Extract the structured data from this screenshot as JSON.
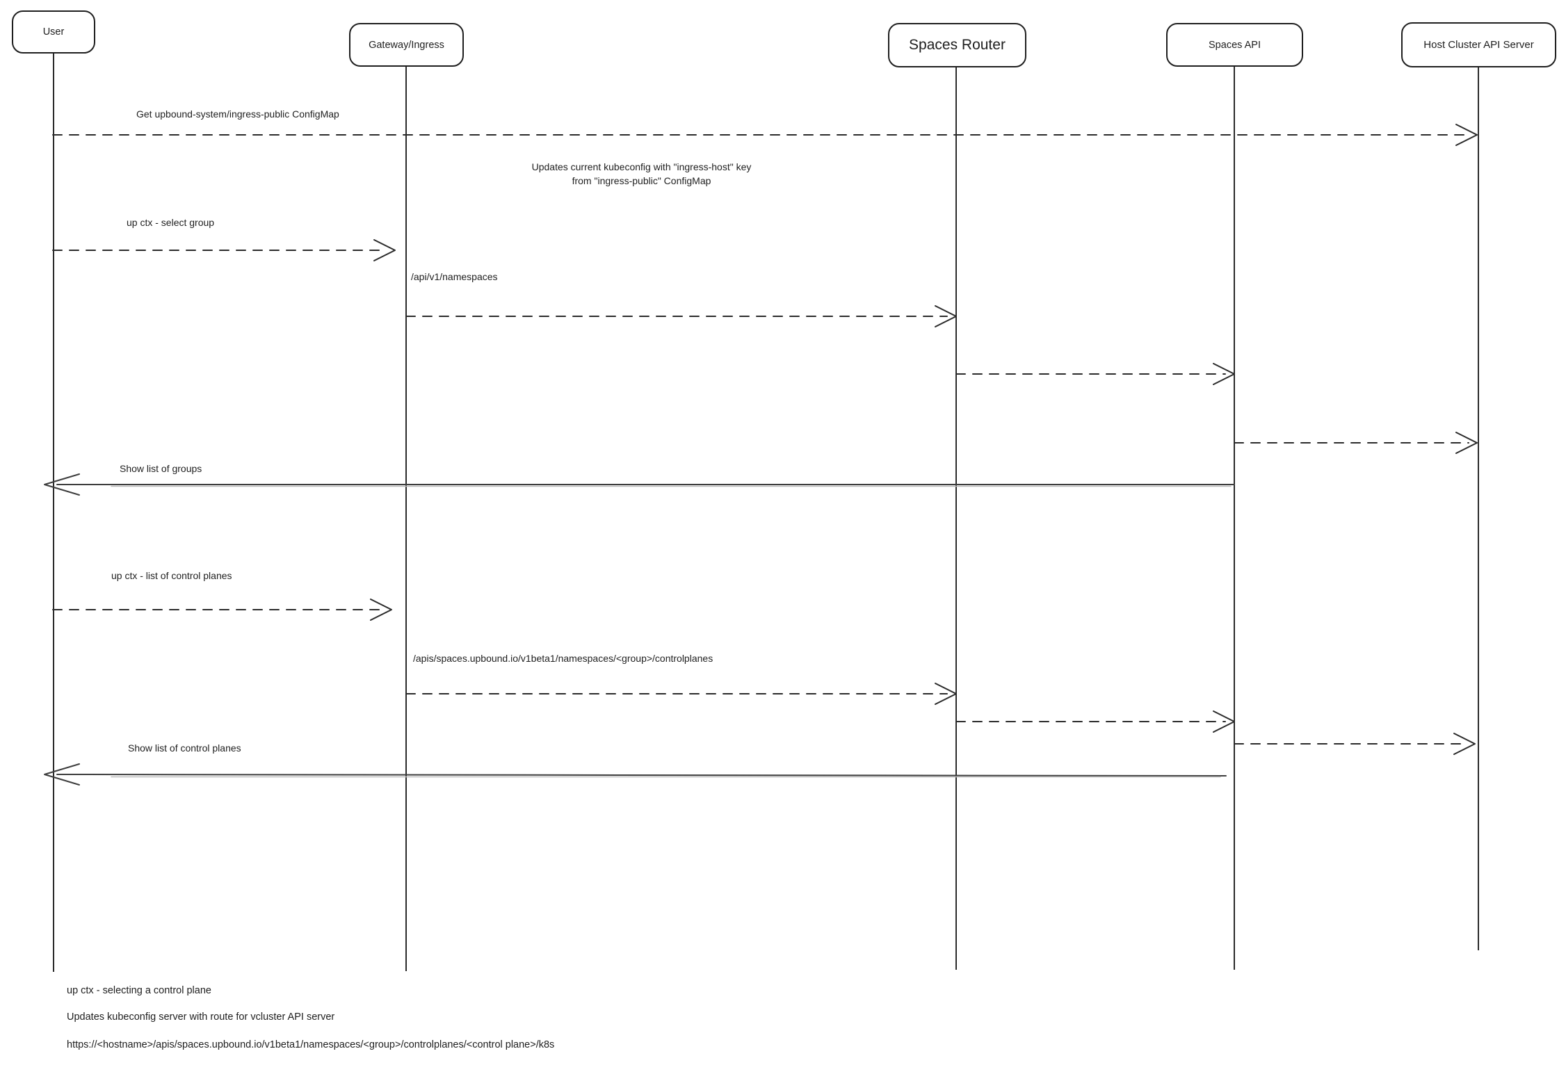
{
  "diagram": {
    "background": "#ffffff",
    "stroke_color": "#1e1e1e",
    "actors": [
      {
        "label": "User"
      },
      {
        "label": "Gateway/Ingress"
      },
      {
        "label": "Spaces Router"
      },
      {
        "label": "Spaces API"
      },
      {
        "label": "Host Cluster API Server"
      }
    ],
    "messages": {
      "get_configmap": "Get upbound-system/ingress-public ConfigMap",
      "kubeconfig_note_line1": "Updates current kubeconfig with \"ingress-host\" key",
      "kubeconfig_note_line2": "from \"ingress-public\" ConfigMap",
      "select_group": "up ctx - select group",
      "api_namespaces": "/api/v1/namespaces",
      "show_groups": "Show list of groups",
      "list_control_planes": "up ctx - list of control planes",
      "apis_controlplanes": "/apis/spaces.upbound.io/v1beta1/namespaces/<group>/controlplanes",
      "show_control_planes": "Show list of control planes"
    },
    "footnotes": [
      "up ctx - selecting a control plane",
      "Updates kubeconfig server with route for vcluster API server",
      "https://<hostname>/apis/spaces.upbound.io/v1beta1/namespaces/<group>/controlplanes/<control plane>/k8s"
    ]
  }
}
